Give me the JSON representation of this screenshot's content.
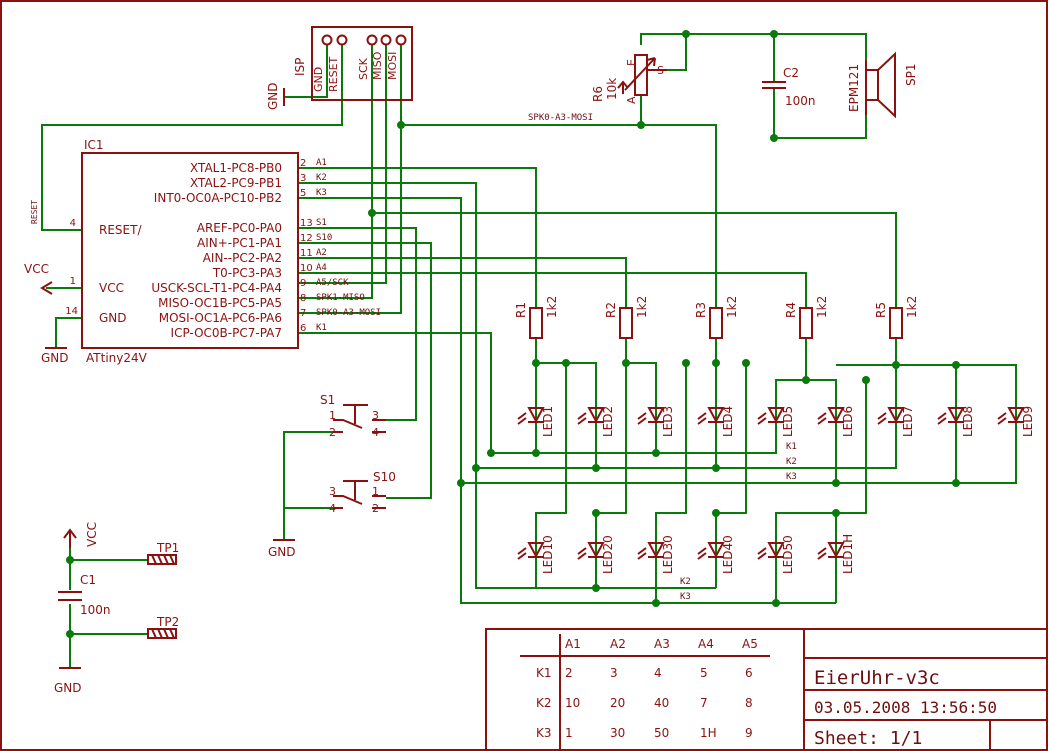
{
  "ic": {
    "ref": "IC1",
    "value": "ATtiny24V",
    "left_pins": [
      {
        "num": "4",
        "name": "RESET/"
      },
      {
        "num": "1",
        "name": "VCC"
      },
      {
        "num": "14",
        "name": "GND"
      }
    ],
    "right_pins": [
      {
        "num": "2",
        "name": "XTAL1-PC8-PB0",
        "net": "A1"
      },
      {
        "num": "3",
        "name": "XTAL2-PC9-PB1",
        "net": "K2"
      },
      {
        "num": "5",
        "name": "INT0-OC0A-PC10-PB2",
        "net": "K3"
      },
      {
        "num": "13",
        "name": "AREF-PC0-PA0",
        "net": "S1"
      },
      {
        "num": "12",
        "name": "AIN+-PC1-PA1",
        "net": "S10"
      },
      {
        "num": "11",
        "name": "AIN--PC2-PA2",
        "net": "A2"
      },
      {
        "num": "10",
        "name": "T0-PC3-PA3",
        "net": "A4"
      },
      {
        "num": "9",
        "name": "USCK-SCL-T1-PC4-PA4",
        "net": "A5/SCK"
      },
      {
        "num": "8",
        "name": "MISO-OC1B-PC5-PA5",
        "net": "SPK1-MISO"
      },
      {
        "num": "7",
        "name": "MOSI-OC1A-PC6-PA6",
        "net": "SPK0-A3-MOSI"
      },
      {
        "num": "6",
        "name": "ICP-OC0B-PC7-PA7",
        "net": "K1"
      }
    ]
  },
  "isp": {
    "ref": "ISP",
    "pins": [
      "GND",
      "RESET",
      "SCK",
      "MISO",
      "MOSI"
    ]
  },
  "nets": {
    "reset": "RESET",
    "spk0": "SPK0-A3-MOSI",
    "k1": "K1",
    "k2": "K2",
    "k3": "K3"
  },
  "power": {
    "gnd": "GND",
    "vcc": "VCC"
  },
  "pot": {
    "ref": "R6",
    "value": "10k",
    "pin_e": "E",
    "pin_a": "A",
    "pin_s": "S"
  },
  "cap2": {
    "ref": "C2",
    "value": "100n"
  },
  "speaker": {
    "ref": "SP1",
    "value": "EPM121"
  },
  "cap1": {
    "ref": "C1",
    "value": "100n"
  },
  "testpoints": [
    "TP1",
    "TP2"
  ],
  "resistors": [
    {
      "ref": "R1",
      "value": "1k2"
    },
    {
      "ref": "R2",
      "value": "1k2"
    },
    {
      "ref": "R3",
      "value": "1k2"
    },
    {
      "ref": "R4",
      "value": "1k2"
    },
    {
      "ref": "R5",
      "value": "1k2"
    }
  ],
  "leds_row1": [
    "LED1",
    "LED2",
    "LED3",
    "LED4",
    "LED5",
    "LED6",
    "LED7",
    "LED8",
    "LED9"
  ],
  "leds_row2": [
    "LED10",
    "LED20",
    "LED30",
    "LED40",
    "LED50",
    "LED1H"
  ],
  "switches": [
    {
      "ref": "S1",
      "pins": [
        "1",
        "2",
        "3",
        "4"
      ]
    },
    {
      "ref": "S10",
      "pins": [
        "1",
        "2",
        "3",
        "4"
      ]
    }
  ],
  "table": {
    "columns": [
      "A1",
      "A2",
      "A3",
      "A4",
      "A5"
    ],
    "rows": [
      {
        "label": "K1",
        "cells": [
          "2",
          "3",
          "4",
          "5",
          "6"
        ]
      },
      {
        "label": "K2",
        "cells": [
          "10",
          "20",
          "40",
          "7",
          "8"
        ]
      },
      {
        "label": "K3",
        "cells": [
          "1",
          "30",
          "50",
          "1H",
          "9"
        ]
      }
    ]
  },
  "title_block": {
    "title": "EierUhr-v3c",
    "date": "03.05.2008 13:56:50",
    "sheet": "Sheet: 1/1"
  }
}
